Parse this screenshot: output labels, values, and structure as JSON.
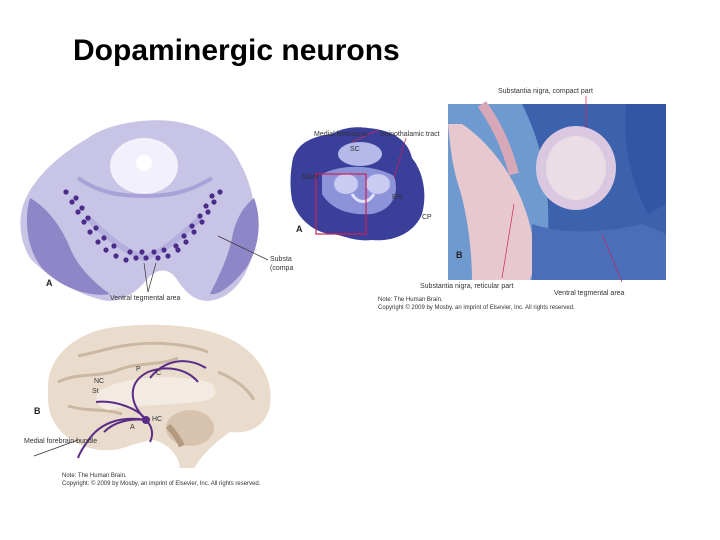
{
  "slide": {
    "title": "Dopaminergic neurons"
  },
  "figure_a": {
    "panel_letter": "A",
    "labels": {
      "substantia_line1": "Substa",
      "substantia_line2": "(compa",
      "ventral_tegmental": "Ventral tegmental area"
    }
  },
  "figure_b": {
    "panel_letter": "B",
    "labels": {
      "medial_forebrain_bundle": "Medial forebrain bundle",
      "p": "P",
      "c": "C",
      "nc": "NC",
      "st": "St",
      "hc": "HC",
      "a": "A"
    },
    "note_line1": "Note: The Human Brain.",
    "note_line2": "Copyright: © 2009 by Mosby, an imprint of Elsevier, Inc. All rights reserved."
  },
  "figure_c": {
    "inset_panel_letter": "A",
    "main_panel_letter": "B",
    "labels": {
      "medial_lemniscus": "Medial lemniscus",
      "spinothalamic_tract": "Spinothalamic tract",
      "sc": "SC",
      "mgn": "MGN",
      "rn": "RN",
      "cp": "CP",
      "substantia_compact": "Substantia nigra, compact part",
      "substantia_reticular": "Substantia nigra, reticular part",
      "ventral_tegmental": "Ventral tegmental area"
    },
    "note_line1": "Note: The Human Brain.",
    "note_line2": "Copyright © 2009 by Mosby, an imprint of Elsevier, Inc. All rights reserved."
  }
}
